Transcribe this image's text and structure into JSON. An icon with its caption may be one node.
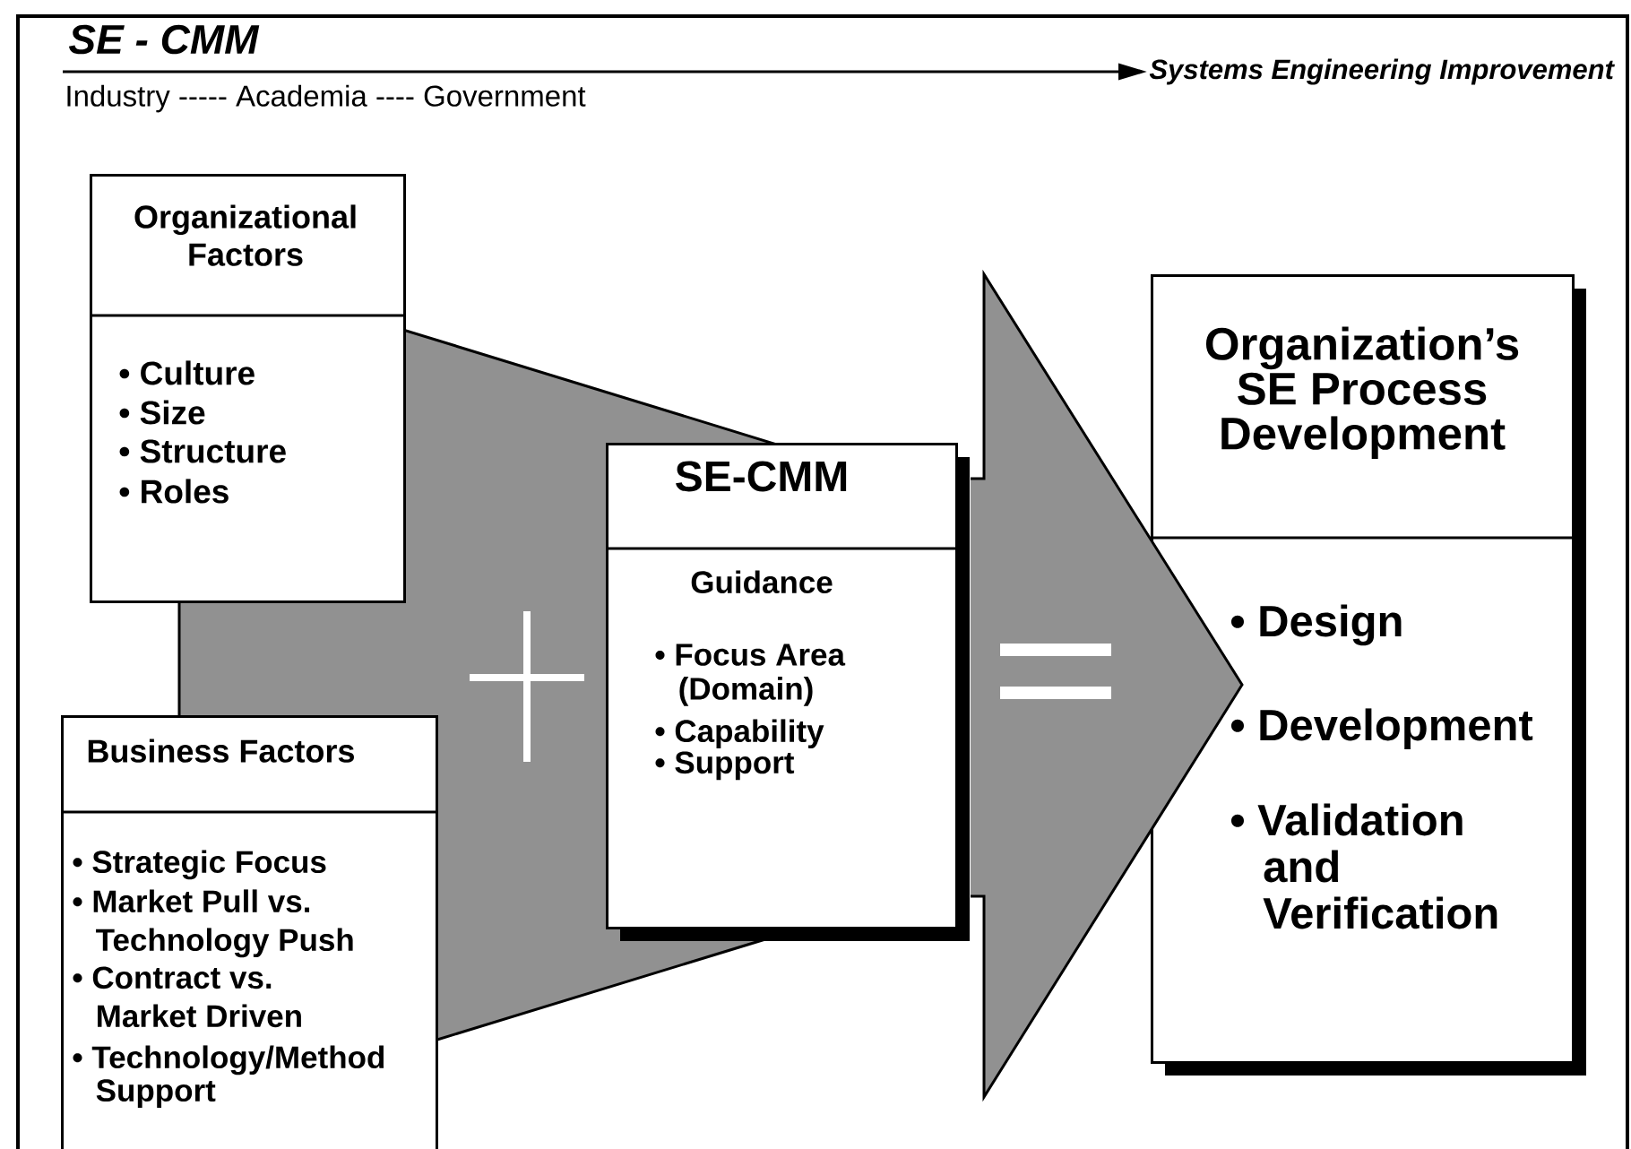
{
  "diagram": {
    "title": "SE - CMM",
    "nodes": [
      {
        "text": [
          "Organizational Factors",
          "• Culture",
          "• Size",
          "• Structure",
          "• Roles"
        ]
      },
      {
        "text": [
          "Business Factors",
          "• Strategic Focus",
          "• Market Pull vs. Technology Push",
          "• Contract vs. Market Driven",
          "• Technology/Method Support"
        ]
      },
      {
        "text": [
          "SE-CMM",
          "Guidance",
          "• Focus Area (Domain)",
          "• Capability",
          "• Support"
        ]
      },
      {
        "text": [
          "Organization’s SE Process Development",
          "• Design",
          "• Development",
          "• Validation and Verification"
        ]
      },
      {
        "text": [
          "Industry ----- Academia ---- Government"
        ]
      },
      {
        "text": [
          "Systems Engineering Improvement"
        ]
      }
    ],
    "edges": [
      {
        "from": 4,
        "to": 5,
        "arrow": "to"
      },
      {
        "from": 2,
        "to": 3,
        "arrow": "to"
      }
    ]
  }
}
